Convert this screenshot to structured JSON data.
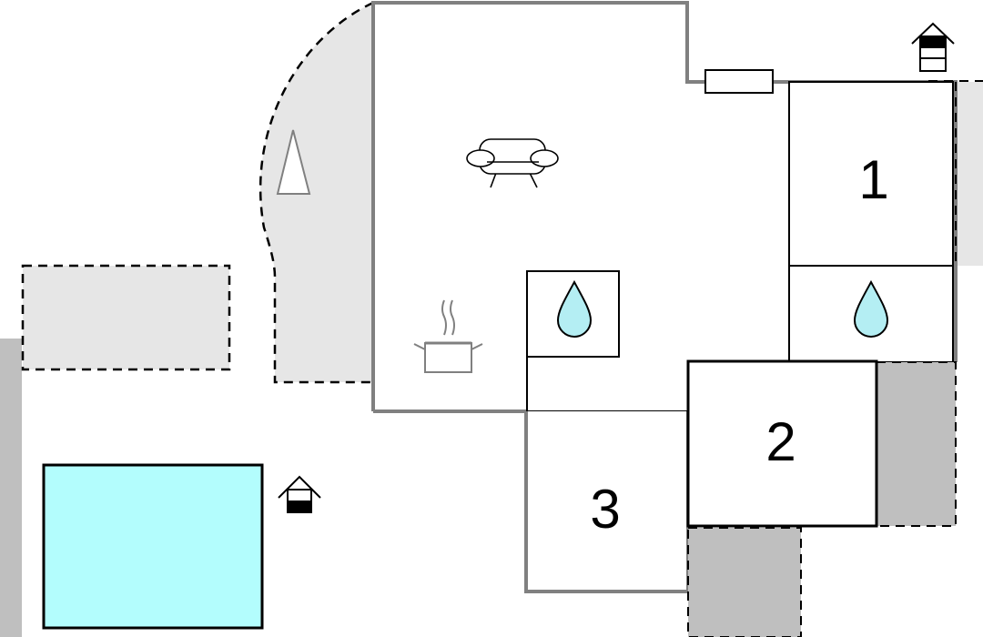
{
  "colors": {
    "wall": "#808080",
    "room_line": "#000000",
    "dashed": "#000000",
    "terrace": "#e6e6e6",
    "dark_terrace": "#bfbfbf",
    "pool": "#b3fdfd",
    "water": "#b4eef3"
  },
  "rooms": {
    "bedroom_1": "1",
    "bedroom_2": "2",
    "bedroom_3": "3"
  },
  "icons": {
    "living": "sofa-icon",
    "kitchen": "cooking-pot-icon",
    "bathroom": "water-drop-icon",
    "entrance": "house-entrance-icon",
    "outdoor": "tree-icon"
  }
}
